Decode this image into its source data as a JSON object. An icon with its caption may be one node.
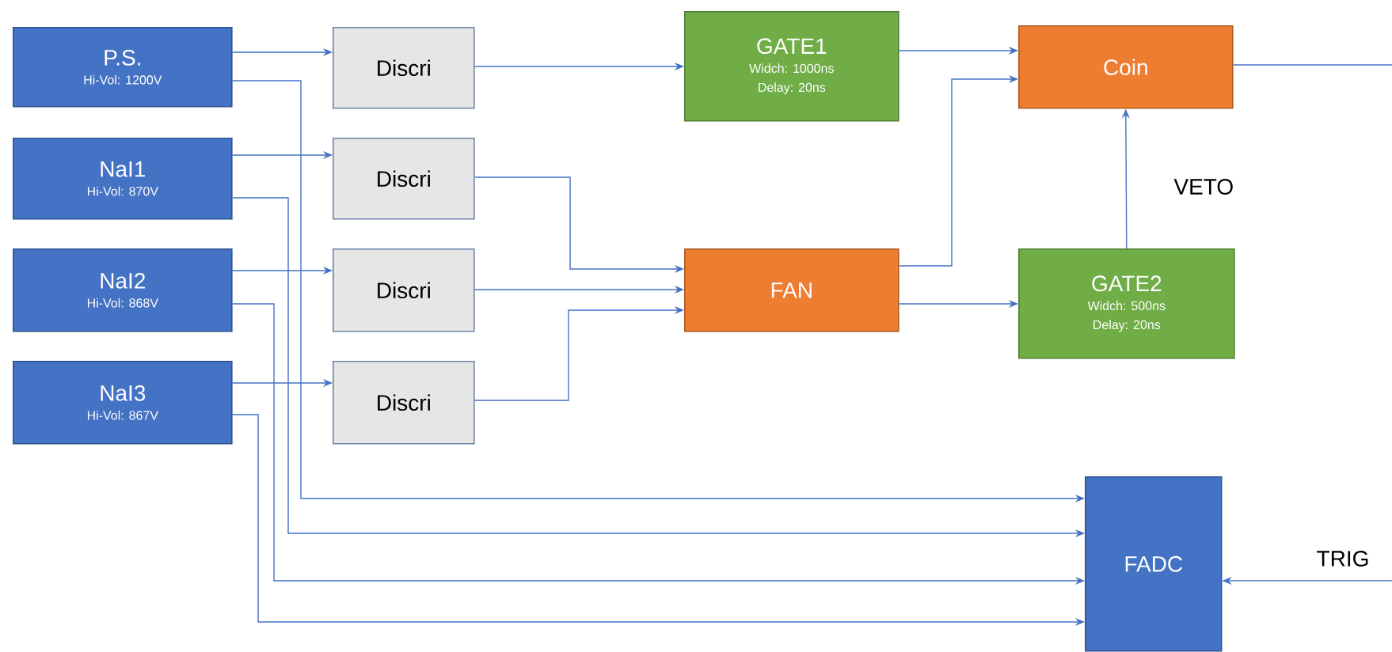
{
  "diagram": {
    "nodes": [
      {
        "text": [
          "P.S.",
          "Hi-Vol: 1200V"
        ]
      },
      {
        "text": [
          "NaI1",
          "Hi-Vol: 870V"
        ]
      },
      {
        "text": [
          "NaI2",
          "Hi-Vol: 868V"
        ]
      },
      {
        "text": [
          "NaI3",
          "Hi-Vol: 867V"
        ]
      },
      {
        "text": [
          "Discri"
        ]
      },
      {
        "text": [
          "Discri"
        ]
      },
      {
        "text": [
          "Discri"
        ]
      },
      {
        "text": [
          "Discri"
        ]
      },
      {
        "text": [
          "GATE1",
          "Widch: 1000ns",
          "Delay: 20ns"
        ]
      },
      {
        "text": [
          "Coin"
        ]
      },
      {
        "text": [
          "FAN"
        ]
      },
      {
        "text": [
          "GATE2",
          "Widch: 500ns",
          "Delay: 20ns"
        ]
      },
      {
        "text": [
          "FADC"
        ]
      }
    ],
    "edges": [
      {
        "from": 0,
        "to": 4,
        "arrow": "to"
      },
      {
        "from": 1,
        "to": 5,
        "arrow": "to"
      },
      {
        "from": 2,
        "to": 6,
        "arrow": "to"
      },
      {
        "from": 3,
        "to": 7,
        "arrow": "to"
      },
      {
        "from": 4,
        "to": 8,
        "arrow": "to"
      },
      {
        "from": 5,
        "to": 10,
        "arrow": "to"
      },
      {
        "from": 6,
        "to": 10,
        "arrow": "to"
      },
      {
        "from": 7,
        "to": 10,
        "arrow": "to"
      },
      {
        "from": 8,
        "to": 9,
        "arrow": "to"
      },
      {
        "from": 10,
        "to": 9,
        "arrow": "to"
      },
      {
        "from": 10,
        "to": 11,
        "arrow": "to"
      },
      {
        "from": 11,
        "to": 9,
        "arrow": "to",
        "label": "VETO"
      },
      {
        "from": 9,
        "to": null,
        "arrow": "none"
      },
      {
        "from": 0,
        "to": 12,
        "arrow": "to"
      },
      {
        "from": 1,
        "to": 12,
        "arrow": "to"
      },
      {
        "from": 2,
        "to": 12,
        "arrow": "to"
      },
      {
        "from": 3,
        "to": 12,
        "arrow": "to"
      },
      {
        "from": null,
        "to": 12,
        "arrow": "to",
        "label": "TRIG"
      }
    ]
  }
}
